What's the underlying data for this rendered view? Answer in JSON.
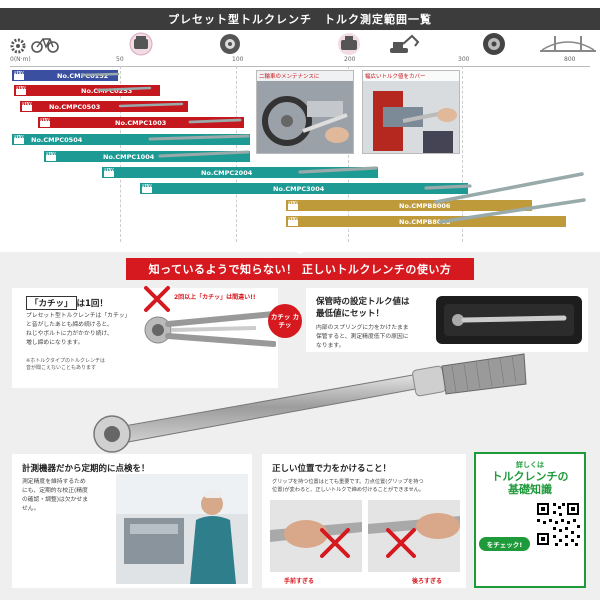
{
  "top": {
    "title": "プレセット型トルクレンチ　トルク測定範囲一覧",
    "scale_ticks": [
      "0(N·m)",
      "50",
      "100",
      "200",
      "300",
      "800"
    ],
    "range_icons": [
      "gear-icon",
      "bicycle-icon",
      "motorcycle-engine-icon",
      "tire-icon",
      "engine-icon",
      "excavator-icon",
      "truck-tire-icon"
    ],
    "photo_captions": [
      "二輪車のメンテナンスに",
      "幅広いトルク値をカバー"
    ],
    "models": [
      {
        "tag": "NEW",
        "name": "No.CMPC0152",
        "color": "blue"
      },
      {
        "tag": "NEW",
        "name": "No.CMPC0253",
        "color": "red"
      },
      {
        "tag": "NEW",
        "name": "No.CMPC0503",
        "color": "red"
      },
      {
        "tag": "NEW",
        "name": "No.CMPC1003",
        "color": "red"
      },
      {
        "tag": "NEW",
        "name": "No.CMPC0504",
        "color": "teal"
      },
      {
        "tag": "NEW",
        "name": "No.CMPC1004",
        "color": "teal"
      },
      {
        "tag": "NEW",
        "name": "No.CMPC2004",
        "color": "teal"
      },
      {
        "tag": "NEW",
        "name": "No.CMPC3004",
        "color": "teal"
      },
      {
        "tag": "NEW",
        "name": "No.CMPB8006",
        "color": "gold"
      },
      {
        "tag": "NEW",
        "name": "No.CMPB8008",
        "color": "gold"
      }
    ]
  },
  "bottom": {
    "banner": "知っているようで知らない！ 正しいトルクレンチの使い方",
    "card1": {
      "title_boxed": "「カチッ」",
      "title_rest": "は1回！",
      "body": [
        "プレセット型トルクレンチは「カチッ」",
        "と音がしたあとも締め続けると、",
        "ねじやボルトに力がかかり続け、",
        "増し締めになります。"
      ],
      "warn": "2回以上「カチッ」は間違い!!",
      "kachi": "カチッ カチッ",
      "note": [
        "※ホトルクタイプのトルクレンチは",
        "音が聞こえないこともあります"
      ]
    },
    "card2": {
      "title": [
        "保管時の設定トルク値は",
        "最低値にセット！"
      ],
      "body": [
        "内部のスプリングに力をかけたまま",
        "保管すると、測定精度低下の原因に",
        "なります。"
      ]
    },
    "card3": {
      "title": "計測機器だから定期的に点検を！",
      "body": [
        "測定精度を維持するため",
        "にも、定期的な校正(精度",
        "の確認・調整)は欠かせま",
        "せん。"
      ]
    },
    "card4": {
      "title": "正しい位置で力をかけること！",
      "body": [
        "グリップを持つ位置はとても重要です。力点位置(グリップを持つ",
        "位置)が変わると、正しいトルクで締め付けることができません。"
      ],
      "labels": [
        "手前すぎる",
        "後ろすぎる"
      ]
    },
    "promo": {
      "line1": "詳しくは",
      "line2": "トルクレンチの",
      "line3": "基礎知識",
      "button": "をチェック!"
    }
  }
}
